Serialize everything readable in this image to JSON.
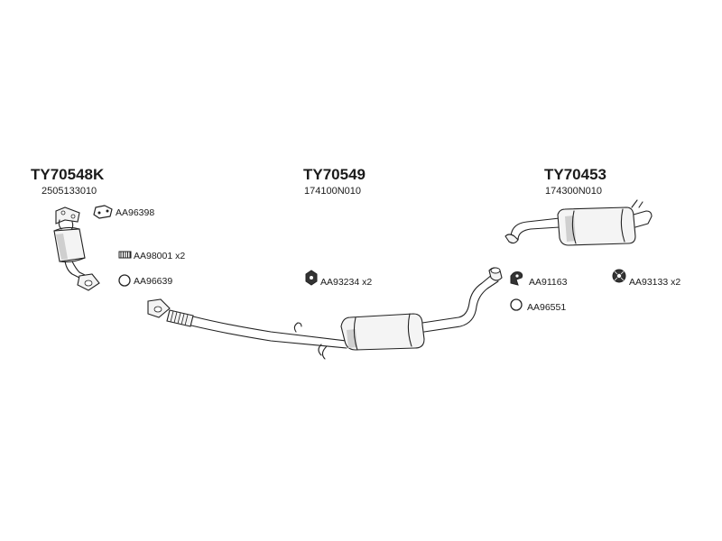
{
  "assemblies": {
    "front": {
      "title": "TY70548K",
      "oem": "2505133010"
    },
    "middle": {
      "title": "TY70549",
      "oem": "174100N010"
    },
    "rear": {
      "title": "TY70453",
      "oem": "174300N010"
    }
  },
  "accessories": {
    "aa96398": {
      "code": "AA96398",
      "icon": "gasket-flange-icon"
    },
    "aa98001": {
      "code": "AA98001 x2",
      "icon": "spring-bolt-icon"
    },
    "aa96639": {
      "code": "AA96639",
      "icon": "gasket-ring-icon"
    },
    "aa93234": {
      "code": "AA93234 x2",
      "icon": "rubber-mount-icon"
    },
    "aa91163": {
      "code": "AA91163",
      "icon": "clamp-icon"
    },
    "aa96551": {
      "code": "AA96551",
      "icon": "gasket-ring-icon"
    },
    "aa93133": {
      "code": "AA93133 x2",
      "icon": "rubber-mount-icon"
    }
  }
}
